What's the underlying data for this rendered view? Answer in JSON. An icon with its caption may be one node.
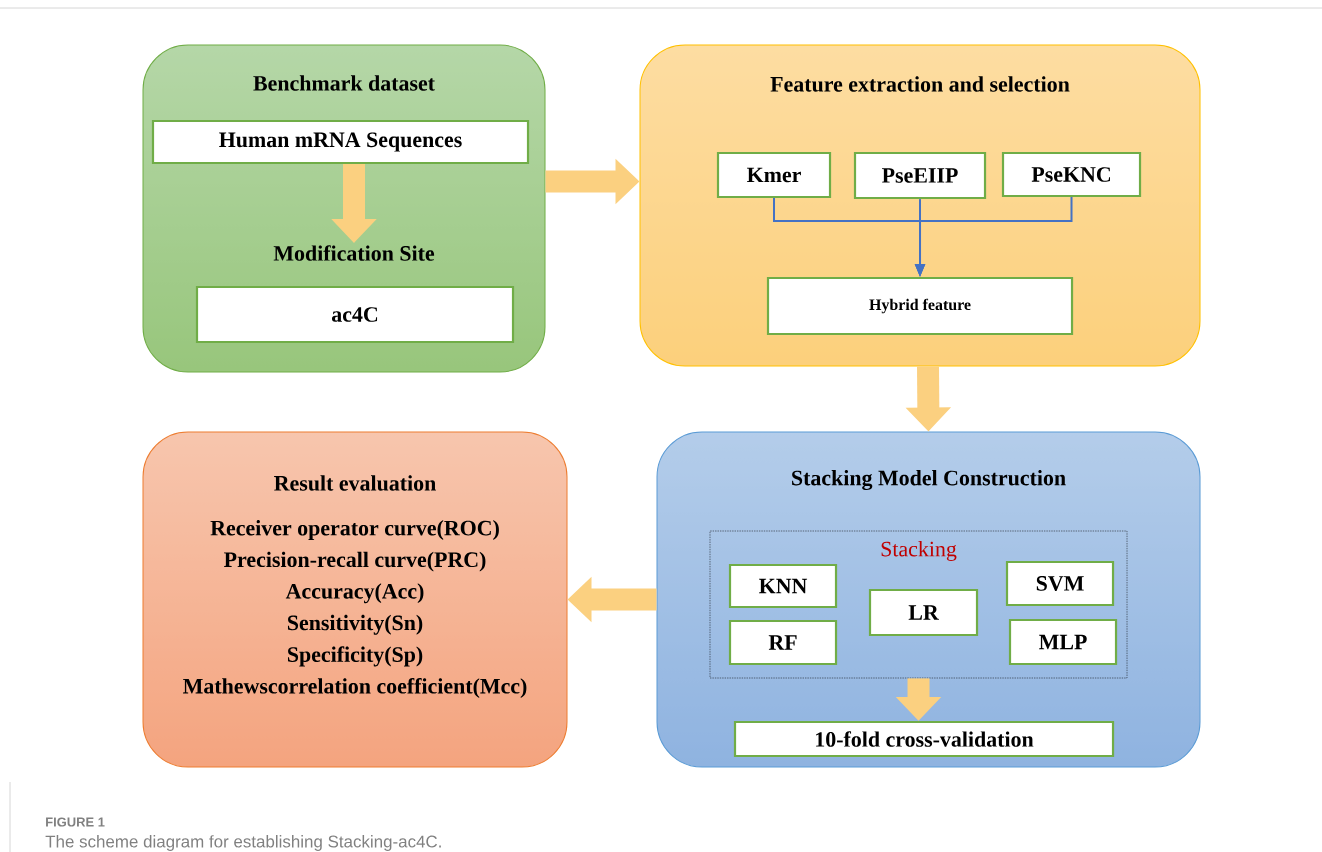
{
  "diagram": {
    "caption": "The scheme diagram for establishing Stacking-ac4C.",
    "nodes": [
      {
        "text": [
          "Benchmark dataset"
        ]
      },
      {
        "text": [
          "Human mRNA Sequences"
        ],
        "in": 0
      },
      {
        "text": [
          "Modification Site"
        ],
        "in": 0
      },
      {
        "text": [
          "ac4C"
        ],
        "in": 0
      },
      {
        "text": [
          "Feature extraction and selection"
        ]
      },
      {
        "text": [
          "Kmer"
        ],
        "in": 4
      },
      {
        "text": [
          "PseEIIP"
        ],
        "in": 4
      },
      {
        "text": [
          "PseKNC"
        ],
        "in": 4
      },
      {
        "text": [
          "Hybrid  feature"
        ],
        "in": 4
      },
      {
        "text": [
          "Stacking Model Construction"
        ]
      },
      {
        "text": [
          "Stacking"
        ],
        "in": 9
      },
      {
        "text": [
          "KNN"
        ],
        "in": 10
      },
      {
        "text": [
          "RF"
        ],
        "in": 10
      },
      {
        "text": [
          "LR"
        ],
        "in": 10
      },
      {
        "text": [
          "SVM"
        ],
        "in": 10
      },
      {
        "text": [
          "MLP"
        ],
        "in": 10
      },
      {
        "text": [
          "10-fold cross-validation"
        ],
        "in": 9
      },
      {
        "text": [
          "Result evaluation",
          "Receiver operator curve(ROC)",
          "Precision-recall curve(PRC)",
          "Accuracy(Acc)",
          "Sensitivity(Sn)",
          "Specificity(Sp)",
          "Mathewscorrelation coefficient(Mcc)"
        ]
      }
    ],
    "edges": [
      {
        "from": 1,
        "to": 2,
        "arrow": "to"
      },
      {
        "from": 0,
        "to": 4,
        "arrow": "to"
      },
      {
        "from": 4,
        "to": 9,
        "arrow": "to"
      },
      {
        "from": 10,
        "to": 16,
        "arrow": "to"
      },
      {
        "from": 9,
        "to": 17,
        "arrow": "to"
      },
      {
        "from": 5,
        "to": 8,
        "arrow": "to",
        "color": "#4472c4"
      },
      {
        "from": 6,
        "to": 8,
        "arrow": "to",
        "color": "#4472c4"
      },
      {
        "from": 7,
        "to": 8,
        "arrow": "to",
        "color": "#4472c4"
      }
    ],
    "labels": [
      "FIGURE 1"
    ]
  }
}
